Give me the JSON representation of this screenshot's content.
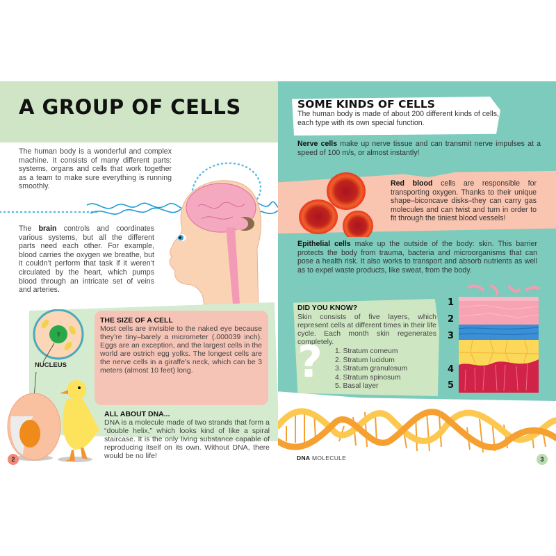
{
  "left_page": {
    "title": "A GROUP OF CELLS",
    "intro": "The human body is a wonderful and complex machine. It consists of many different parts: systems, organs and cells that work together as a team to make sure everything is running smoothly.",
    "brain_para": {
      "prefix": "The ",
      "bold": "brain",
      "rest": " controls and coordinates various systems, but all the different parts need each other. For example, blood carries the oxygen we breathe, but it couldn’t perform that task if it weren’t circulated by the heart, which pumps blood through an intricate set of veins and arteries."
    },
    "size_box": {
      "title": "THE SIZE OF A CELL",
      "text": "Most cells are invisible to the naked eye because they’re tiny–barely a micrometer (.000039 inch). Eggs are an exception, and the largest cells in the world are ostrich egg yolks. The longest cells are the nerve cells in a giraffe’s neck, which can be 3 meters (almost 10 feet) long."
    },
    "nucleus_label": "NUCLEUS",
    "dna_box": {
      "title": "ALL ABOUT DNA...",
      "text": "DNA is a molecule made of two strands that form a “double helix,” which looks kind of like a spiral staircase. It is the only living substance capable of reproducing itself on its own. Without DNA, there would be no life!"
    },
    "page_number": "2"
  },
  "right_page": {
    "title": "SOME KINDS OF CELLS",
    "intro": "The human body is made of about  200 different kinds of cells, each type with its own special function.",
    "nerve": {
      "bold": "Nerve cells",
      "rest": " make up nerve tissue and can transmit nerve impulses at a speed of 100 m/s, or almost instantly!"
    },
    "red_blood": {
      "bold": "Red blood",
      "rest": " cells are responsible for transporting oxygen. Thanks to their unique shape–biconcave disks–they can carry gas molecules and can twist and turn in order to fit through the tiniest blood vessels!"
    },
    "epithelial": {
      "bold": "Epithelial cells",
      "rest": " make up the outside of the body: skin. This barrier protects the body from trauma, bacteria and microorganisms that can pose a health risk. It also works to transport and absorb nutrients as well as to expel waste products, like sweat, from the body."
    },
    "did_you_know": {
      "title": "DID YOU KNOW?",
      "text": "Skin consists of five layers, which represent cells at different times in their life cycle. Each month skin regenerates completely.",
      "layers": [
        "1. Stratum corneum",
        "2. Stratum lucidum",
        "3. Stratum granulosum",
        "4. Stratum spinosum",
        "5. Basal layer"
      ],
      "question_mark": "?"
    },
    "skin_layer_numbers": [
      "1",
      "2",
      "3",
      "4",
      "5"
    ],
    "dna_caption": {
      "bold": "DNA",
      "rest": " MOLECULE"
    },
    "page_number": "3"
  },
  "colors": {
    "left_title_band": "#cfe5c6",
    "right_teal": "#7ccbbd",
    "salmon": "#f9c4b0",
    "pink_box": "#f6c4b6",
    "green_panel": "#d5ebd0",
    "dna_orange": "#f5a030",
    "dna_yellow": "#fcc850",
    "blood_red": "#e8381e",
    "page2_badge": "#f28a7a",
    "page3_badge": "#b9dcb0"
  }
}
